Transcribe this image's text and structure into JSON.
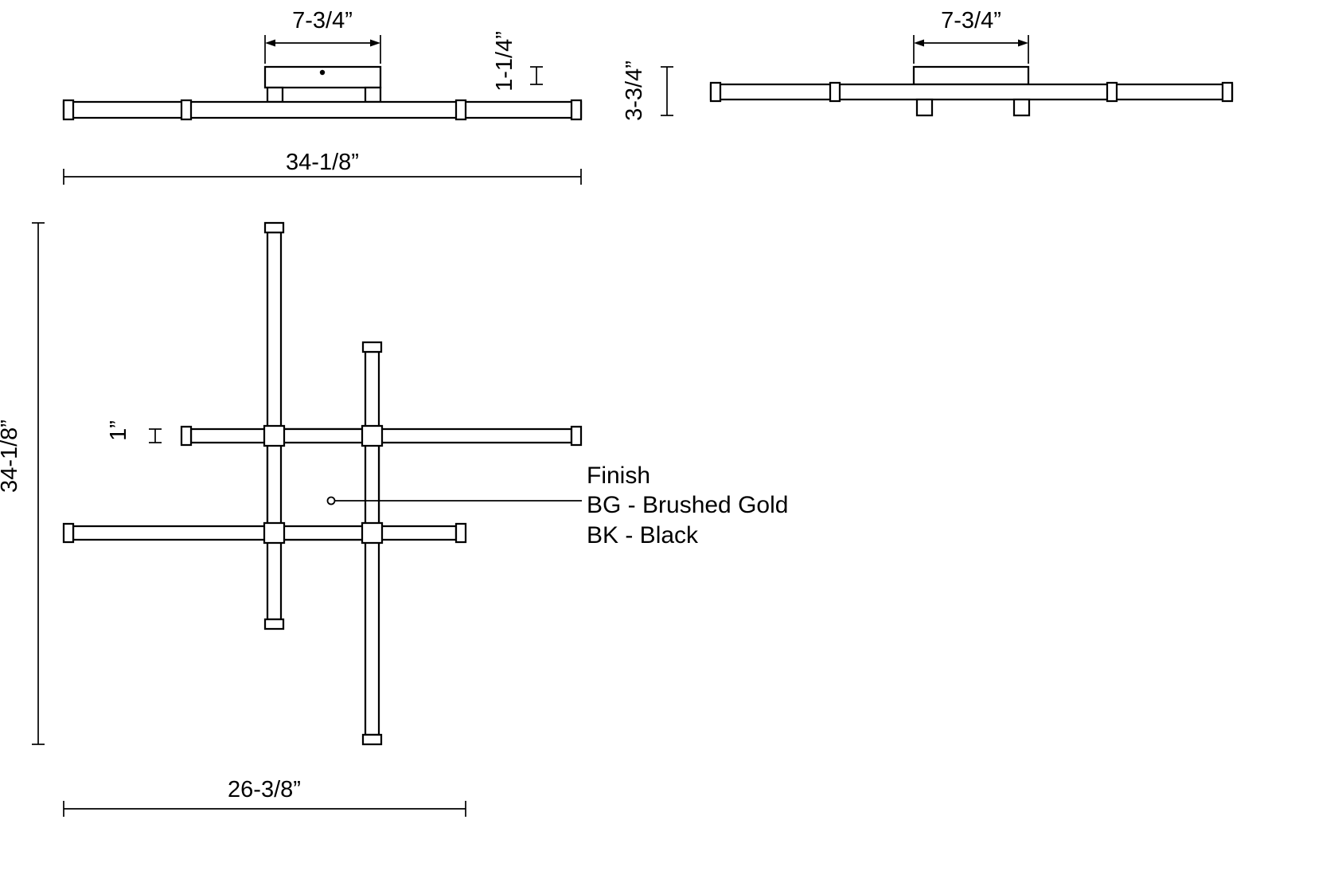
{
  "drawing": {
    "front_view": {
      "dim_top_width": "7-3/4”",
      "dim_canopy_height": "1-1/4”",
      "dim_total_width": "34-1/8”"
    },
    "side_view": {
      "dim_top_width": "7-3/4”",
      "dim_total_height": "3-3/4”"
    },
    "plan_view": {
      "dim_total_height": "34-1/8”",
      "dim_bar_width": "1”",
      "dim_bottom_width": "26-3/8”"
    },
    "finish": {
      "title": "Finish",
      "options": [
        "BG - Brushed Gold",
        "BK - Black"
      ]
    },
    "colors": {
      "line": "#000000",
      "background": "#ffffff"
    }
  }
}
